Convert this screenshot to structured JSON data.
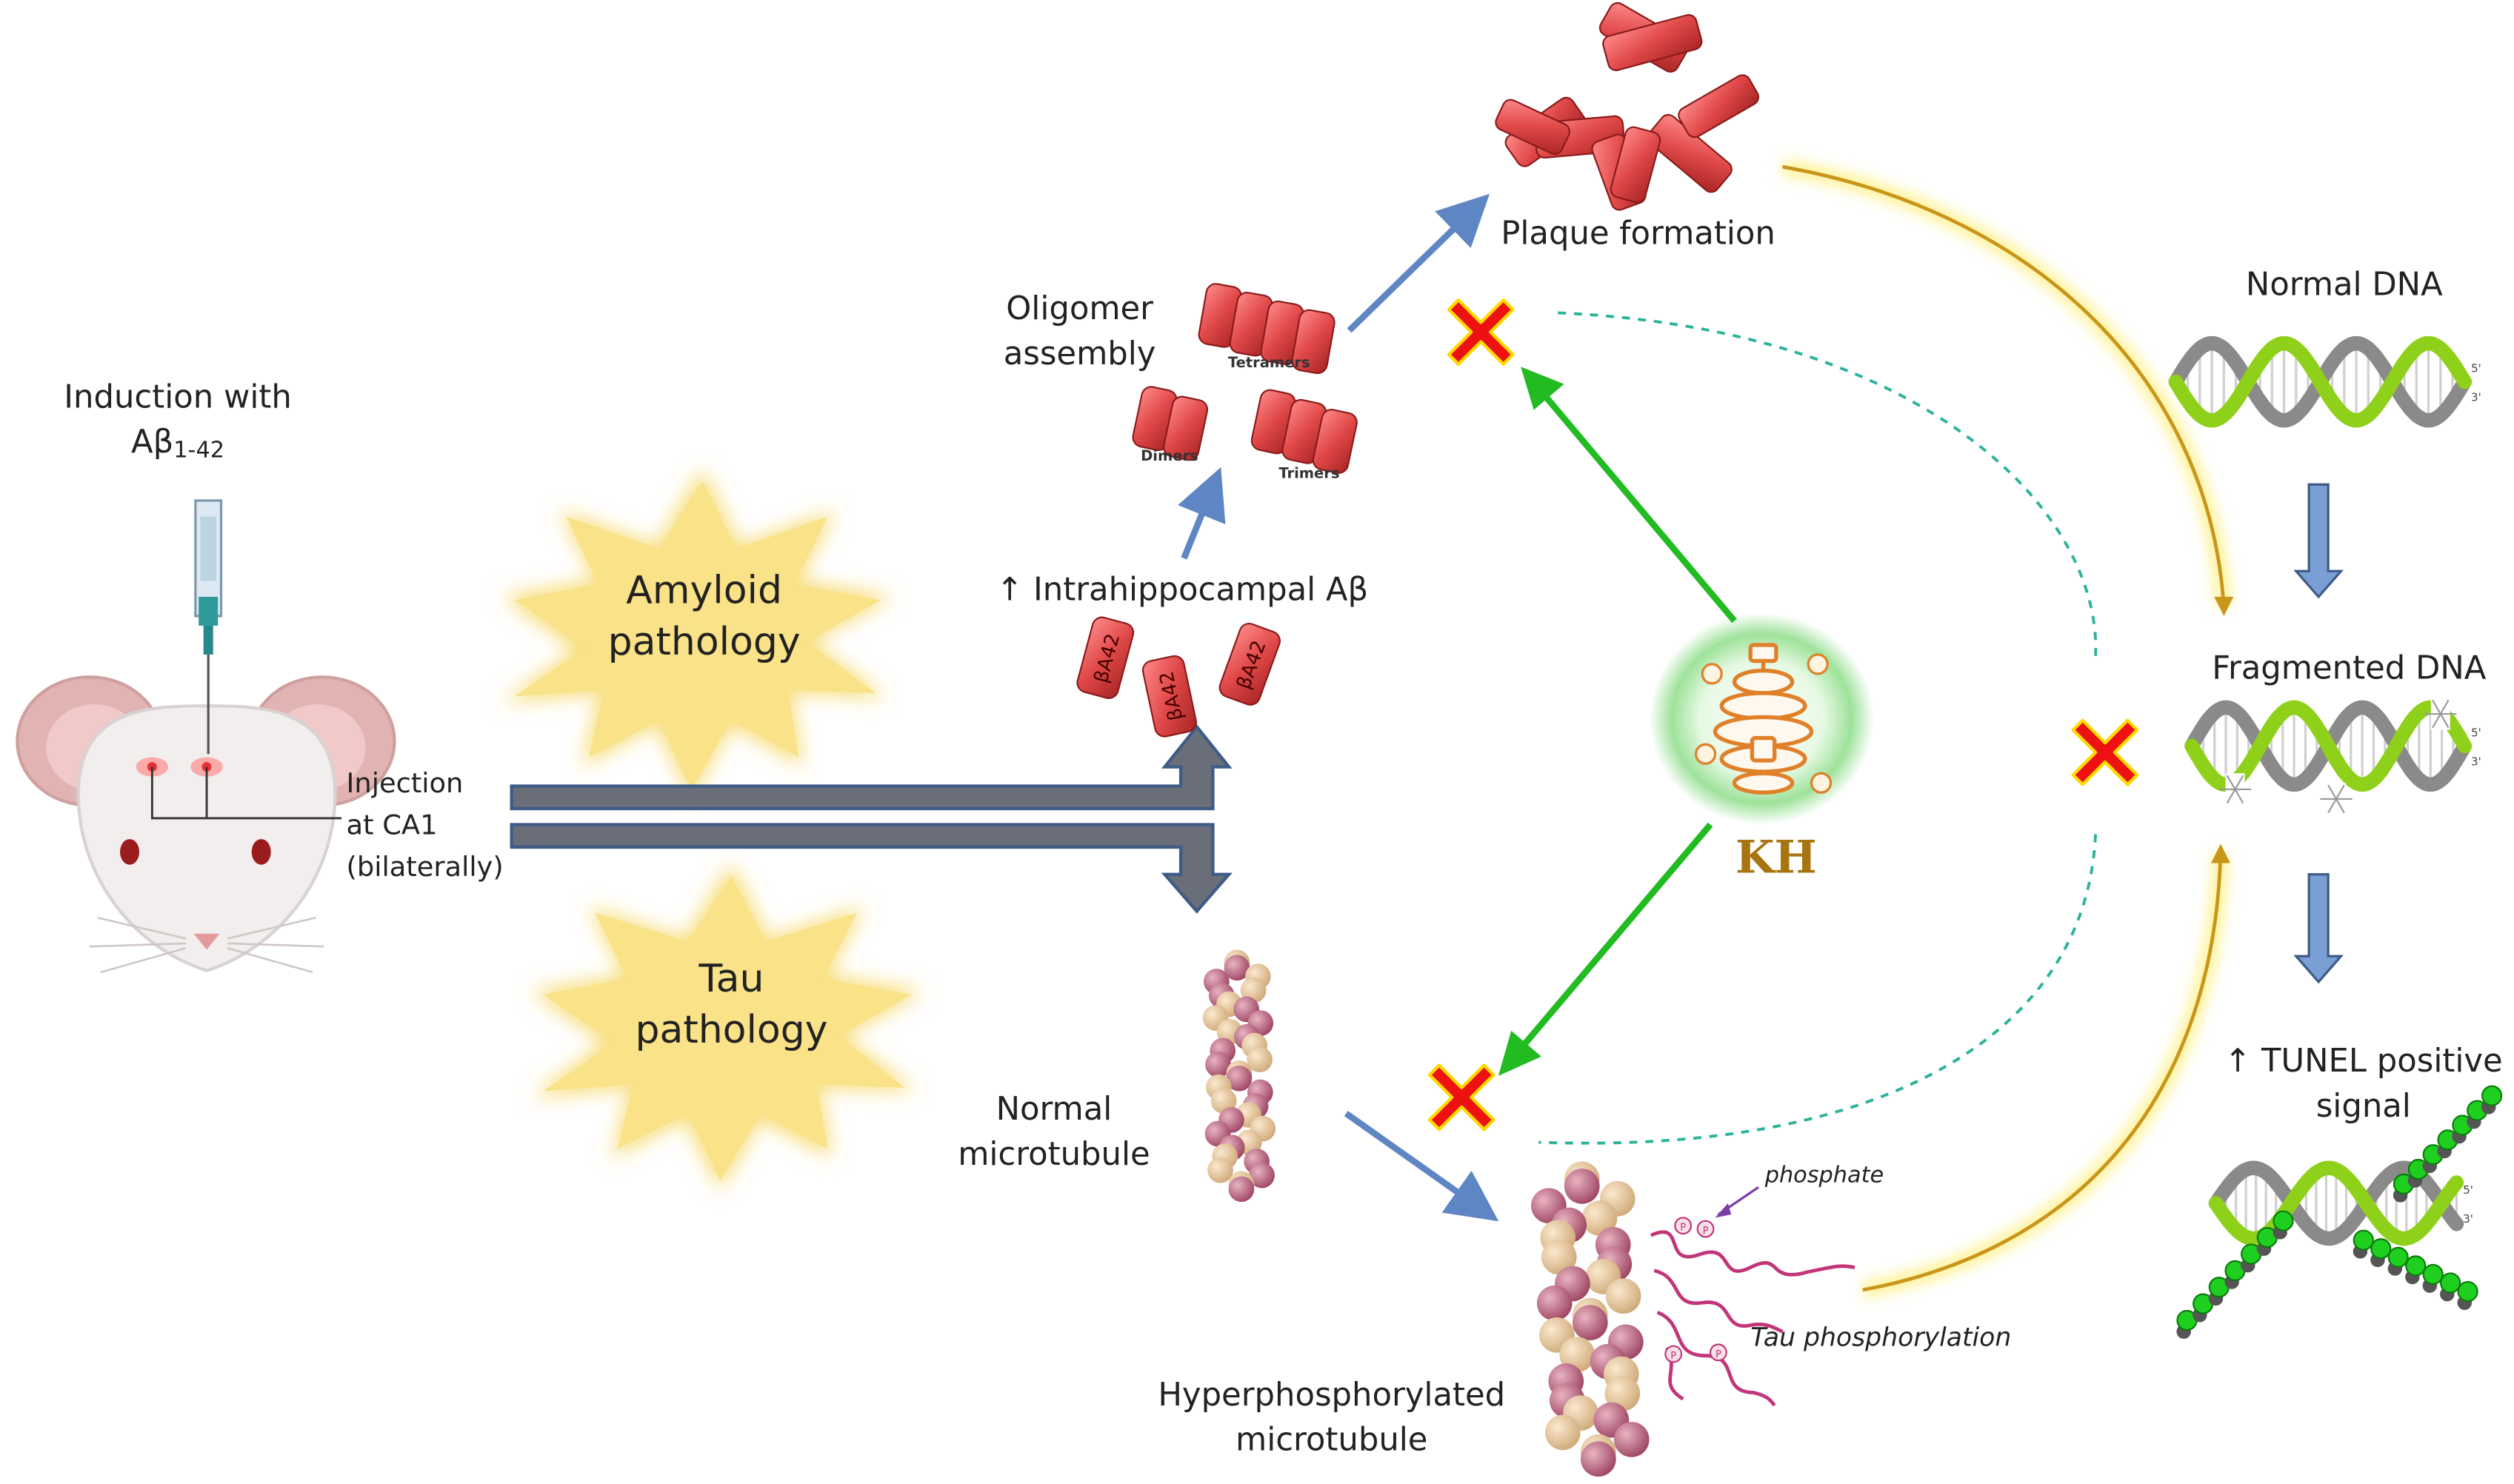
{
  "induction": {
    "line1": "Induction with",
    "line2": "Aβ",
    "line2_sub": "1-42"
  },
  "injection": {
    "line1": "Injection",
    "line2": "at CA1",
    "line3": "(bilaterally)"
  },
  "amyloid": {
    "line1": "Amyloid",
    "line2": "pathology"
  },
  "tau": {
    "line1": "Tau",
    "line2": "pathology"
  },
  "intrahippocampal": {
    "arrow": "↑",
    "text": "Intrahippocampal Aβ"
  },
  "abeta_label": "βA42",
  "oligomer": {
    "line1": "Oligomer",
    "line2": "assembly",
    "dimers": "Dimers",
    "trimers": "Trimers",
    "tetramers": "Tetramers"
  },
  "plaque": "Plaque formation",
  "normal_microtubule": {
    "line1": "Normal",
    "line2": "microtubule"
  },
  "hyper_microtubule": {
    "line1": "Hyperphosphorylated",
    "line2": "microtubule"
  },
  "phosphate": "phosphate",
  "tau_phos": "Tau phosphorylation",
  "phospho_marker": "P",
  "kh": "KH",
  "dna": {
    "normal": "Normal DNA",
    "fragmented": "Fragmented DNA",
    "tunel_arrow": "↑",
    "tunel_line1": "TUNEL positive",
    "tunel_line2": "signal",
    "five_prime": "5'",
    "three_prime": "3'"
  },
  "colors": {
    "block_x": "#ff0000",
    "kh_glow": "#7dd87d",
    "green_arrow": "#22bb22",
    "blue_arrow": "#7a9fd4",
    "gold_arc": "#c9961a",
    "burst": "#f7dd78",
    "fibril": "#e04a4a",
    "dna_green": "#8fd11a",
    "dna_grey": "#8a8a8a"
  }
}
